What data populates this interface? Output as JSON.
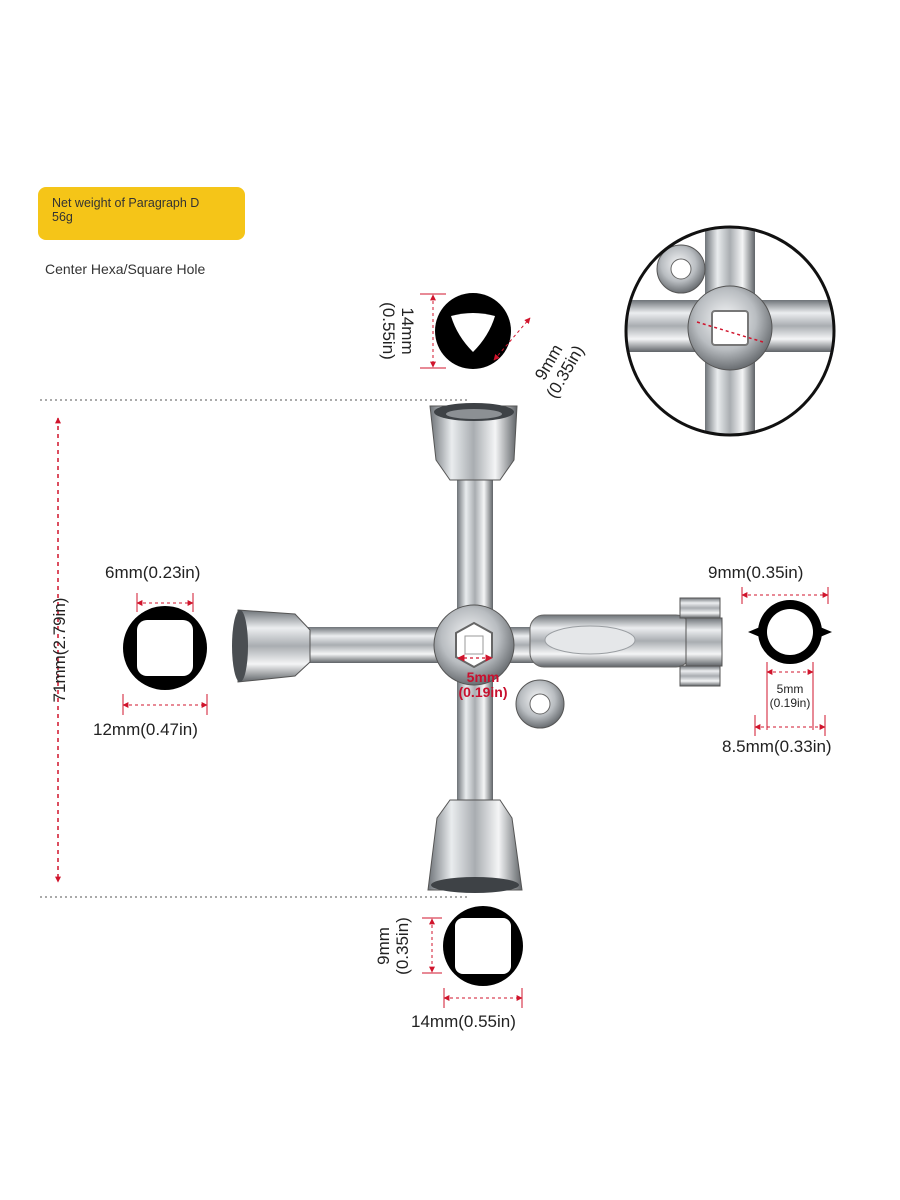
{
  "badge": {
    "line1": "Net weight of Paragraph D",
    "line2": "56g"
  },
  "subtitle": "Center Hexa/Square Hole",
  "dimensions": {
    "triangle_height": {
      "mm": "14mm",
      "in": "(0.55in)"
    },
    "triangle_side": {
      "mm": "9mm",
      "in": "(0.35in)"
    },
    "overall_length": "71mm(2.79in)",
    "left_inner": "6mm(0.23in)",
    "left_outer": "12mm(0.47in)",
    "center_hole": {
      "mm": "5mm",
      "in": "(0.19in)"
    },
    "right_top": "9mm(0.35in)",
    "right_inner": {
      "mm": "5mm",
      "in": "(0.19in)"
    },
    "right_outer": "8.5mm(0.33in)",
    "bottom_inner": {
      "mm": "9mm",
      "in": "(0.35in)"
    },
    "bottom_outer": "14mm(0.55in)"
  },
  "colors": {
    "badge": "#f5c518",
    "dimension_arrow": "#d0142c",
    "profile_fill": "#000000",
    "metal": "#c7cacd"
  },
  "icons": [
    "triangle-socket-icon",
    "square-socket-icon",
    "keyed-socket-icon",
    "cross-key-tool-icon",
    "zoom-detail-icon"
  ]
}
